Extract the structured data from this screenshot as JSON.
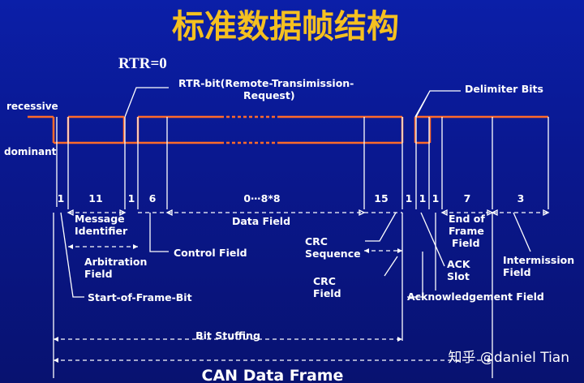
{
  "title": "标准数据帧结构",
  "rtr_value": "RTR=0",
  "levels": {
    "recessive": "recessive",
    "dominant": "dominant"
  },
  "labels": {
    "rtr_bit_line1": "RTR-bit(Remote-Transimission-",
    "rtr_bit_line2": "Request)",
    "delimiter_bits": "Delimiter Bits",
    "message_identifier_line1": "Message",
    "message_identifier_line2": "Identifier",
    "arbitration_field_line1": "Arbitration",
    "arbitration_field_line2": "Field",
    "control_field": "Control Field",
    "data_field": "Data Field",
    "crc_sequence_line1": "CRC",
    "crc_sequence_line2": "Sequence",
    "crc_field_line1": "CRC",
    "crc_field_line2": "Field",
    "end_of_frame_line1": "End of",
    "end_of_frame_line2": "Frame",
    "end_of_frame_line3": "Field",
    "ack_slot_line1": "ACK",
    "ack_slot_line2": "Slot",
    "intermission_line1": "Intermission",
    "intermission_line2": "Field",
    "start_of_frame": "Start-of-Frame-Bit",
    "acknowledgement_field": "Acknowledgement Field",
    "bit_stuffing": "Bit Stuffing",
    "can_data_frame": "CAN Data Frame"
  },
  "bit_counts": {
    "sof": "1",
    "identifier": "11",
    "rtr": "1",
    "control": "6",
    "data": "0⋯8*8",
    "crc": "15",
    "crc_delimiter": "1",
    "ack_slot": "1",
    "ack_delimiter": "1",
    "eof": "7",
    "intermission": "3"
  },
  "watermark": "知乎 @daniel Tian",
  "colors": {
    "signal": "#ff6a2a",
    "title": "#f5c020",
    "background": "#0a1a8c"
  }
}
